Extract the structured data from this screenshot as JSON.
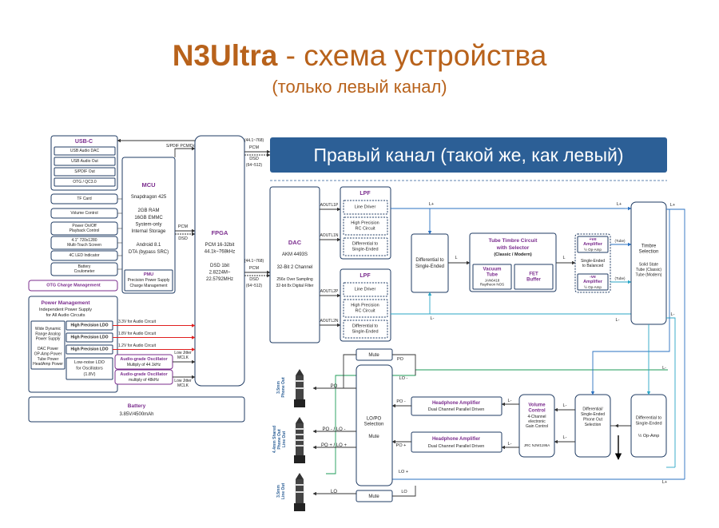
{
  "header": {
    "brand": "N3Ultra",
    "title_rest": " - схема устройства",
    "subtitle": "(только левый канал)"
  },
  "banner": "Правый канал (такой же, как левый)",
  "colors": {
    "title": "#b8621b",
    "banner": "#2c5f96",
    "block_border": "#1f3b63",
    "purple": "#7b2d8e",
    "red_line": "#e02020",
    "blue_line": "#2a70c0",
    "cyan_line": "#2aa6c6",
    "green_line": "#1d9b57"
  },
  "usbc": {
    "title": "USB-C",
    "items": [
      "USB Audio DAC",
      "USB Audio Out",
      "S/PDIF Out",
      "OTG / QC3.0"
    ]
  },
  "left_boxes": [
    "TF Card",
    "Volume Control",
    "Power On/Off\nPlayback Control",
    "4.1\" 720x1280\nMulti-Touch Screen",
    "4C LED Indicator",
    "Battery\nCoulometer"
  ],
  "otg": "OTG Charge Management",
  "mcu": {
    "title": "MCU",
    "lines": [
      "Snapdragon 425",
      "",
      "2GB RAM",
      "16GB EMMC",
      "System-only",
      "Internal Storage",
      "",
      "Android 8.1",
      "DTA (bypass SRC)"
    ],
    "pmu_title": "PMU",
    "pmu_lines": [
      "Precision Power Supply",
      "Charge Management"
    ]
  },
  "spdif_label": "S/PDIF PCM/DoP",
  "pcm_label": "PCM",
  "dsd_label": "DSD",
  "fpga": {
    "title": "FPGA",
    "lines": [
      "PCM 16-32bit",
      "44.1k~768kHz",
      "",
      "DSD 1bit",
      "2.8224M~",
      "22.5792MHz"
    ]
  },
  "fpga_out": {
    "top": [
      "(44.1~768)",
      "PCM",
      "DSD",
      "(64~512)"
    ],
    "bottom": [
      "(44.1~768)",
      "PCM",
      "DSD",
      "(64~512)"
    ]
  },
  "power": {
    "title": "Power Management",
    "sub": [
      "Independent Power Supply",
      "for All Audio Circuits"
    ],
    "left_lines": [
      "Wide Dynamic",
      "Range Analog",
      "Power Supply",
      "",
      "DAC Power",
      "OP-Amp Power",
      "Tube Power",
      "HeadAmp Power"
    ],
    "ldo": [
      "High Precision LDO",
      "High Precision LDO",
      "High Precision LDO"
    ],
    "ldo_out": [
      "3.3V for Audio Circuit",
      "1.8V for Audio Circuit",
      "1.2V for Audio Circuit"
    ],
    "osc_left": [
      "Low-noise LDO",
      "for Oscillators",
      "(1.8V)"
    ],
    "osc1_title": "Audio-grade Oscillator",
    "osc1_sub": "Multiply of 44.1kHz",
    "osc2_title": "Audio-grade Oscillator",
    "osc2_sub": "multiply of 48kHz",
    "mclk1": [
      "Low Jitter",
      "MCLK"
    ],
    "mclk2": [
      "Low Jitter",
      "MCLK"
    ]
  },
  "battery": {
    "title": "Battery",
    "spec": "3.85V/4500mAh"
  },
  "dac": {
    "title": "DAC",
    "lines": [
      "AKM 4493S",
      "",
      "32-Bit 2 Channel",
      "",
      "256x Over Sampling",
      "32-bit 8x Digital Filter"
    ],
    "outs": [
      "AOUTL1P",
      "AOUTL1N",
      "AOUTL2P",
      "AOUTL2N"
    ]
  },
  "lpf1": {
    "title": "LPF",
    "items": [
      "Line Driver",
      "High Precision\nRC Circuit",
      "Differential to\nSingle-Ended"
    ]
  },
  "lpf2": {
    "title": "LPF",
    "items": [
      "Line Driver",
      "High Precision\nRC Circuit",
      "Differential to\nSingle-Ended"
    ]
  },
  "diff_se": "Differential to\nSingle-Ended",
  "tube": {
    "title": "Tube Timbre Circuit",
    "title2": "with Selector",
    "sub": "(Classic / Modern)",
    "vac_title": "Vacuum\nTube",
    "vac_sub": "JAN6418\nRaytheon NOS",
    "fet": "FET\nBuffer"
  },
  "amp": {
    "pos_title": "+ve\nAmplifier",
    "pos_sub": "½ Op-Amp",
    "mid": "Single-Ended\nto Balanced",
    "neg_title": "-ve\nAmplifier",
    "neg_sub": "½ Op-Amp",
    "tube_tag1": "(Tube)",
    "tube_tag2": "(Tube)"
  },
  "timbre": {
    "title": "Timbre\nSelection",
    "sub": "Solid State\nTube (Classic)\nTube (Modern)"
  },
  "signals": {
    "lp": "L+",
    "ln": "L-",
    "l": "L",
    "po": "PO",
    "po_minus": "PO -",
    "po_plus": "PO +",
    "lo": "LO",
    "lo_minus": "LO -",
    "lo_plus": "LO +",
    "po_lo_minus": "PO - / LO -",
    "po_lo_plus": "PO + / LO +"
  },
  "mute": "Mute",
  "lopo": {
    "title": "LO/PO\nSelection",
    "mute": "Mute"
  },
  "hp1": {
    "title": "Headphone Amplifier",
    "sub": "Dual Channel Parallel Driven"
  },
  "hp2": {
    "title": "Headphone Amplifier",
    "sub": "Dual Channel Parallel Driven"
  },
  "volume": {
    "title": "Volume\nControl",
    "sub": "4-Channel\nelectronic\nGain Control",
    "chip": "JRC NJW1195A"
  },
  "diff_phone": "Differential/\nSingle-Ended\nPhone Out\nSelection",
  "diff_op": {
    "title": "Differential to\nSingle-Ended",
    "sub": "½ Op-Amp"
  },
  "jacks": {
    "j1": "3.5mm\nPhone Out",
    "j2": "4.4mm Shared\nPhone Out\nLine Out",
    "j3": "3.5mm\nLine Out"
  }
}
